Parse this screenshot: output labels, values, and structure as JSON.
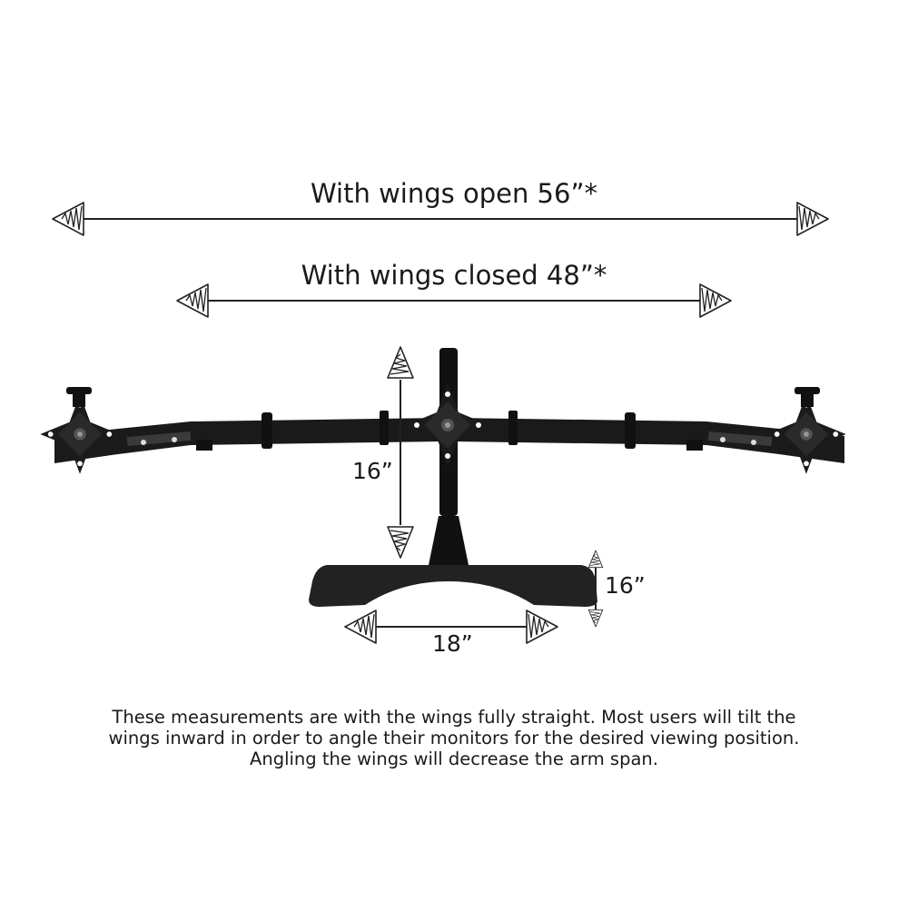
{
  "dimensions": {
    "wings_open": "With wings open 56”*",
    "wings_closed": "With wings closed 48”*",
    "pole_height": "16”",
    "base_depth": "16”",
    "base_width": "18”"
  },
  "caption": [
    "These measurements are with the wings fully straight.  Most users will tilt the",
    "wings inward in order to angle their monitors for the desired viewing position.",
    "Angling the wings will decrease the arm span."
  ]
}
